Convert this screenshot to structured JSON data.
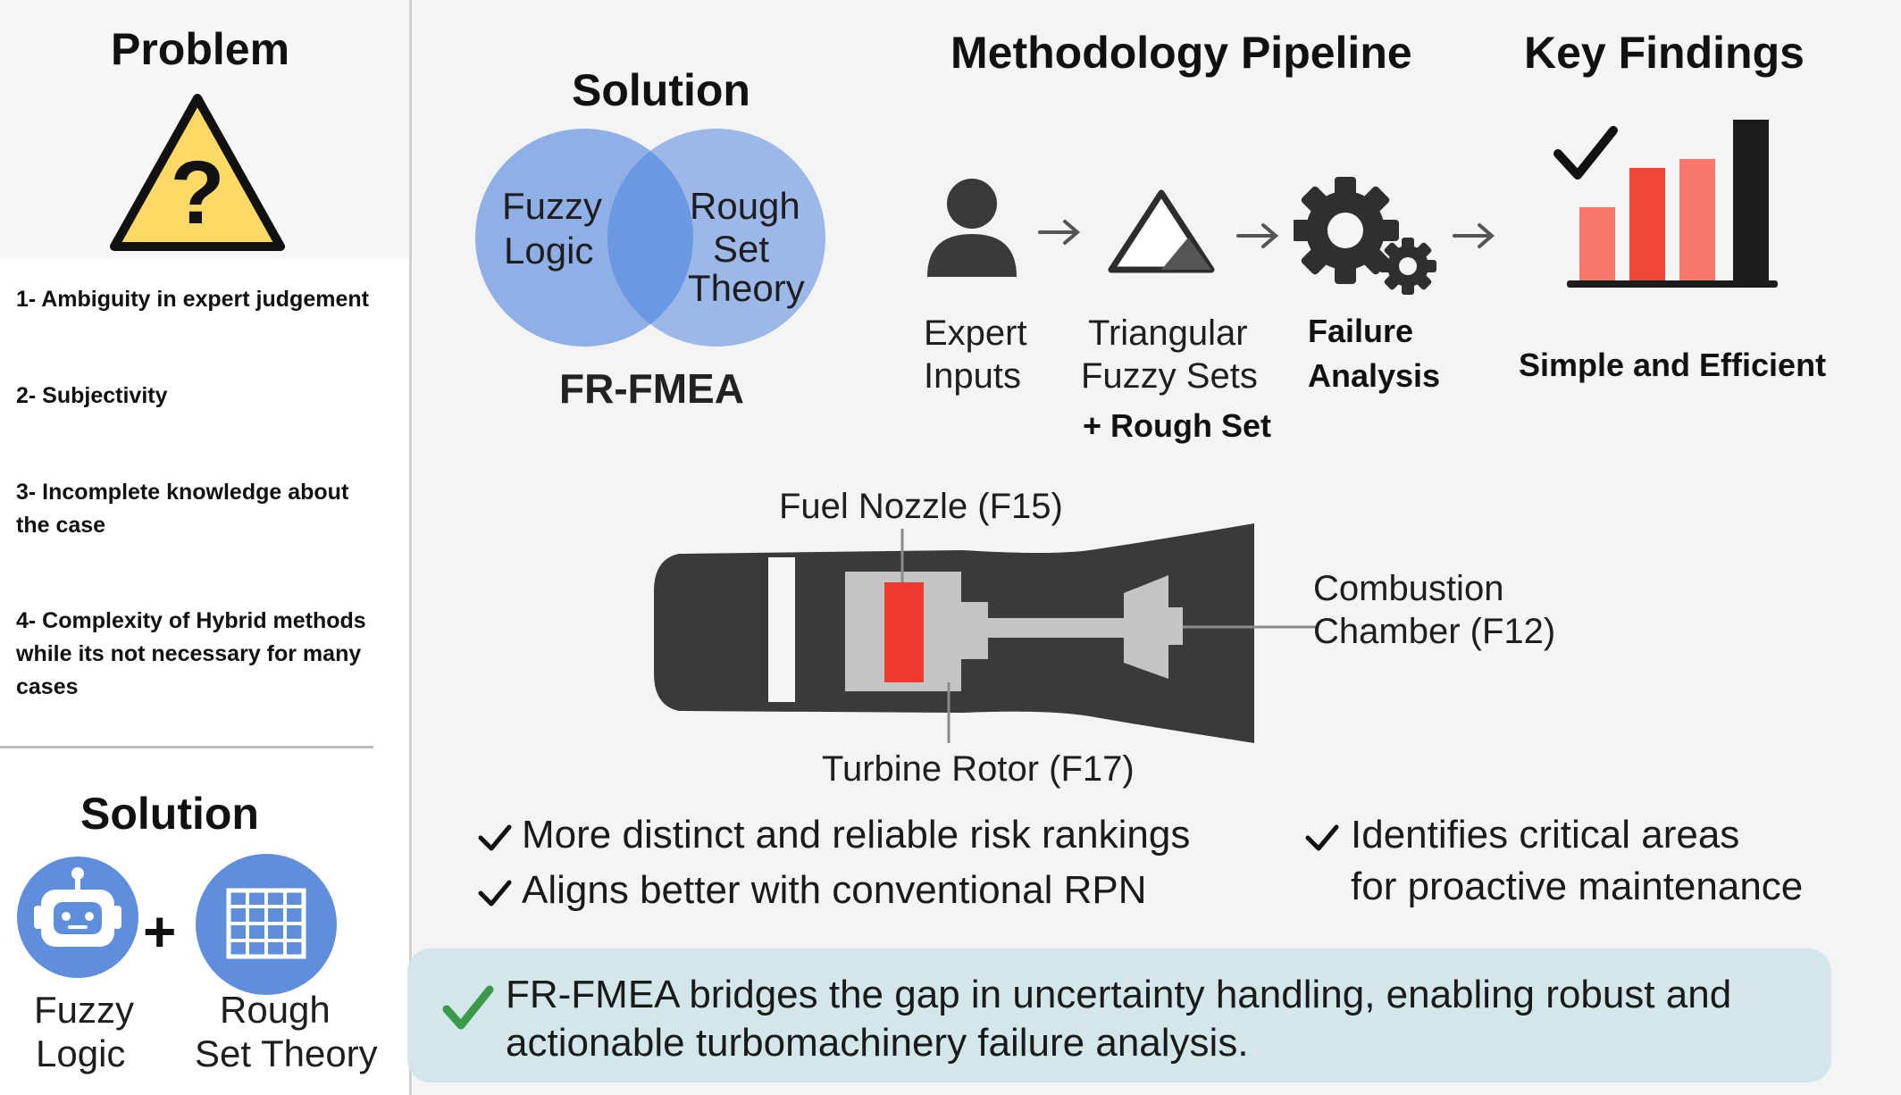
{
  "problem": {
    "title": "Problem",
    "items": [
      "1- Ambiguity in expert judgement",
      "2- Subjectivity",
      "3- Incomplete knowledge about the case",
      "4- Complexity of Hybrid methods while its not necessary for many cases"
    ]
  },
  "left_solution": {
    "title": "Solution",
    "plus": "+",
    "fuzzy_label_line1": "Fuzzy",
    "fuzzy_label_line2": "Logic",
    "rough_label_line1": "Rough",
    "rough_label_line2": "Set Theory",
    "icons": [
      "robot-icon",
      "grid-icon"
    ]
  },
  "solution": {
    "title": "Solution",
    "left_circle": [
      "Fuzzy",
      "Logic"
    ],
    "right_circle": [
      "Rough",
      "Set",
      "Theory"
    ],
    "caption": "FR-FMEA"
  },
  "pipeline": {
    "title": "Methodology Pipeline",
    "steps": [
      {
        "icon": "person-icon",
        "line1": "Expert",
        "line2": "Inputs"
      },
      {
        "icon": "triangle-icon",
        "line1": "Triangular",
        "line2": "Fuzzy Sets",
        "line3": "+ Rough Set"
      },
      {
        "icon": "gears-icon",
        "line1": "Failure",
        "line2": "Analysis"
      }
    ]
  },
  "findings": {
    "title": "Key Findings",
    "caption": "Simple and Efficient",
    "icon": "bar-chart-check-icon"
  },
  "engine": {
    "fuel_nozzle": "Fuel Nozzle (F15)",
    "combustion_line1": "Combustion",
    "combustion_line2": "Chamber (F12)",
    "turbine_rotor": "Turbine Rotor (F17)",
    "colors": {
      "body": "#3a3a3a",
      "core": "#c4c4c4",
      "highlight": "#f03a2e"
    }
  },
  "checks": {
    "left": [
      "More distinct and reliable risk rankings",
      "Aligns better with conventional RPN"
    ],
    "right_line1": "Identifies critical areas",
    "right_line2": "for proactive maintenance"
  },
  "banner": {
    "line1": "FR-FMEA bridges the gap in uncertainty handling, enabling robust and",
    "line2": "actionable turbomachinery failure analysis."
  },
  "colors": {
    "venn": "#8fb0e6",
    "venn_overlap": "#6a98e2",
    "warning": "#ffd966",
    "bar_red": "#f0473b",
    "bar_light": "#f7766d",
    "check_green": "#3a9a4a"
  }
}
